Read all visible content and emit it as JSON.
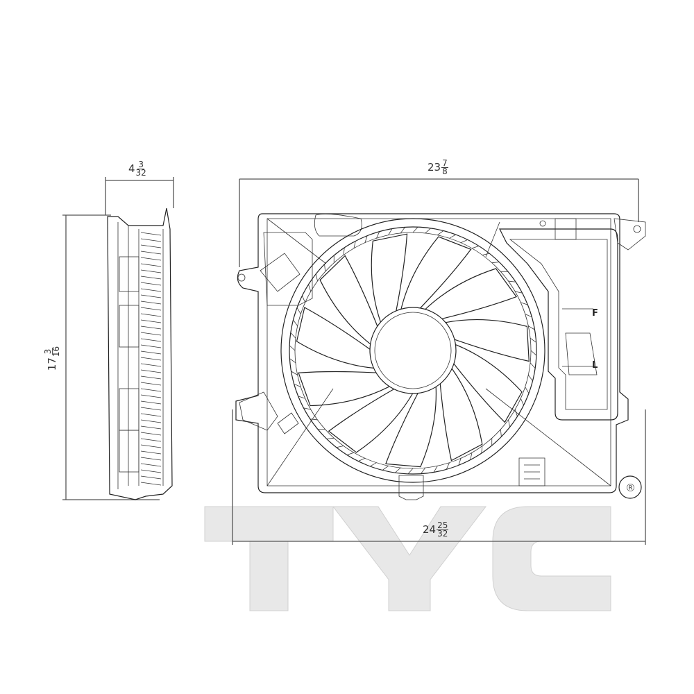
{
  "dimensions": {
    "depth": {
      "whole": "4",
      "num": "3",
      "den": "32"
    },
    "width_top": {
      "whole": "23",
      "num": "7",
      "den": "8"
    },
    "width_bottom": {
      "whole": "24",
      "num": "25",
      "den": "32"
    },
    "height": {
      "whole": "17",
      "num": "3",
      "den": "16"
    }
  },
  "reservoir_labels": {
    "full": "F",
    "low": "L"
  },
  "logo": {
    "text": "TYC",
    "mark": "®"
  },
  "colors": {
    "line": "#222222",
    "dimension": "#555555",
    "watermark": "#e6e6e6"
  }
}
